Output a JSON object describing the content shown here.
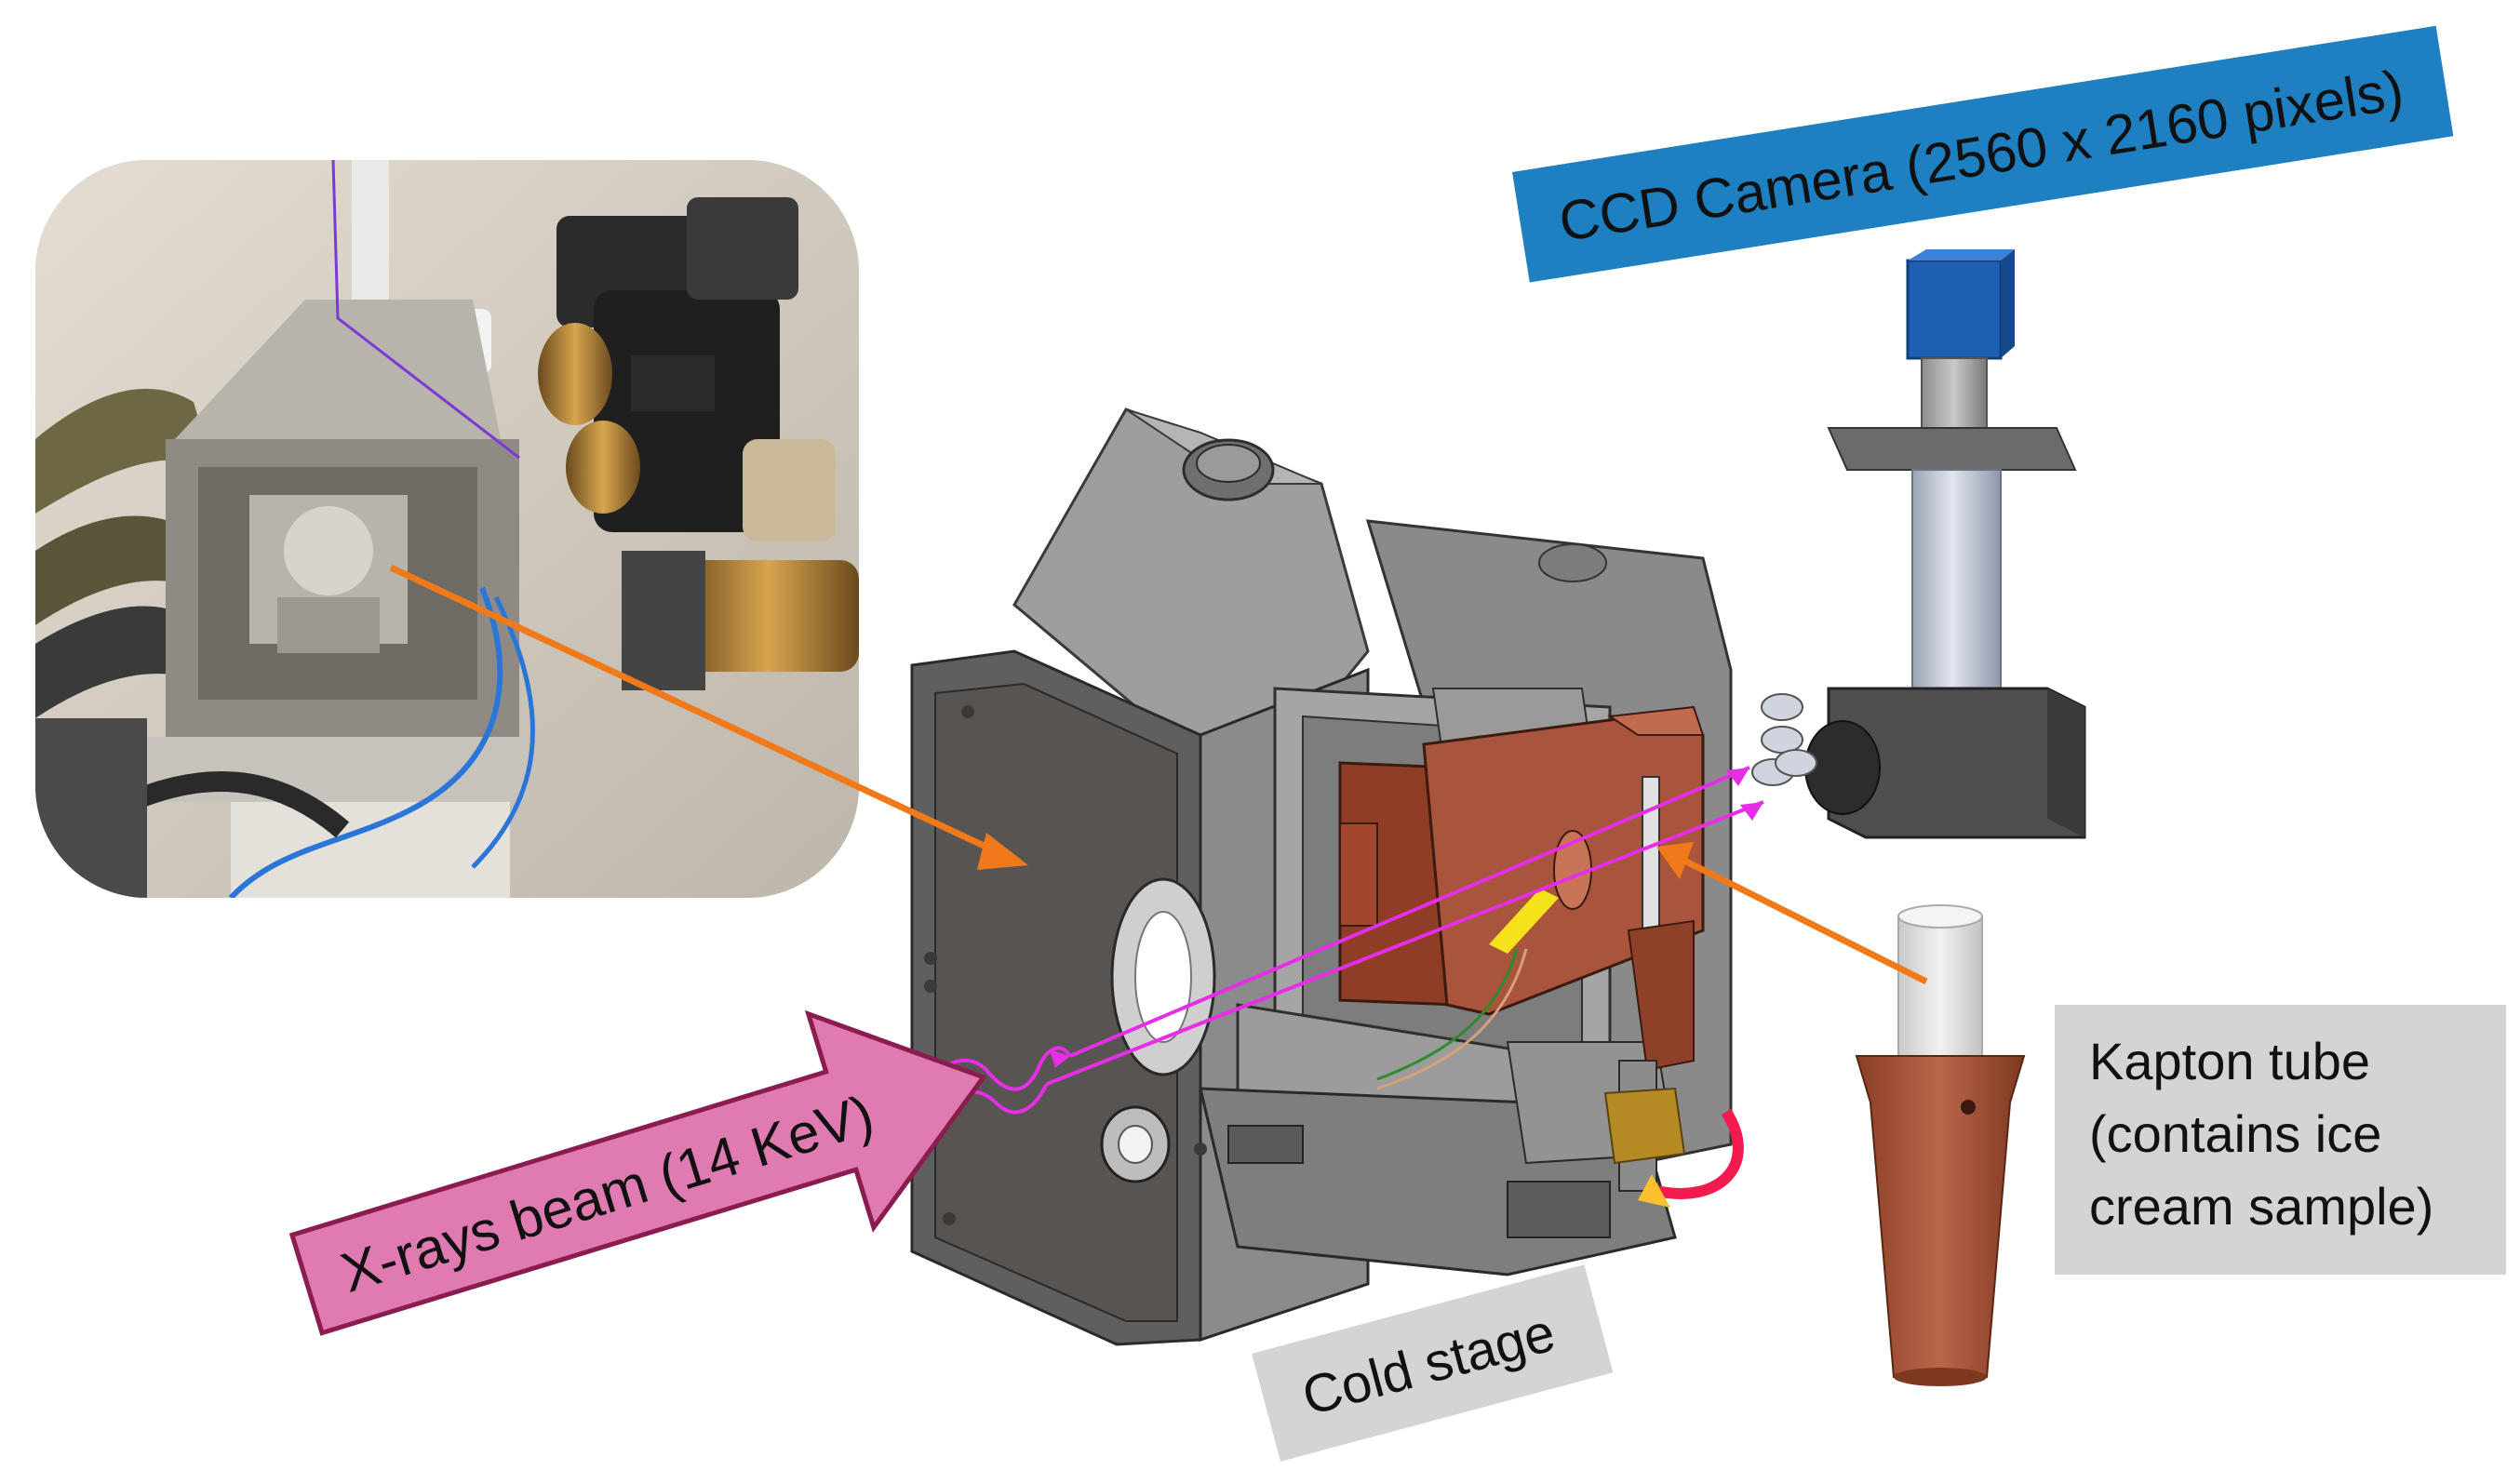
{
  "labels": {
    "ccd_camera": "CCD Camera (2560 x 2160 pixels)",
    "xray_beam": "X-rays beam (14 KeV)",
    "kapton_line1": "Kapton tube",
    "kapton_line2": "(contains ice",
    "kapton_line3": "cream sample)",
    "cold_stage": "Cold stage"
  },
  "colors": {
    "ccd_label_bg": "#1e7fc1",
    "xray_arrow_fill": "#e07bb1",
    "xray_arrow_stroke": "#8a1c4f",
    "callout_arrow": "#f07a1a",
    "beam_path": "#e62ee6",
    "gray_label_bg": "#d4d4d4",
    "camera_head": "#1d5fb3",
    "cold_stage_body": "#8a8a8a",
    "copper_block": "#a9543c",
    "kapton_holder": "#a35638"
  }
}
